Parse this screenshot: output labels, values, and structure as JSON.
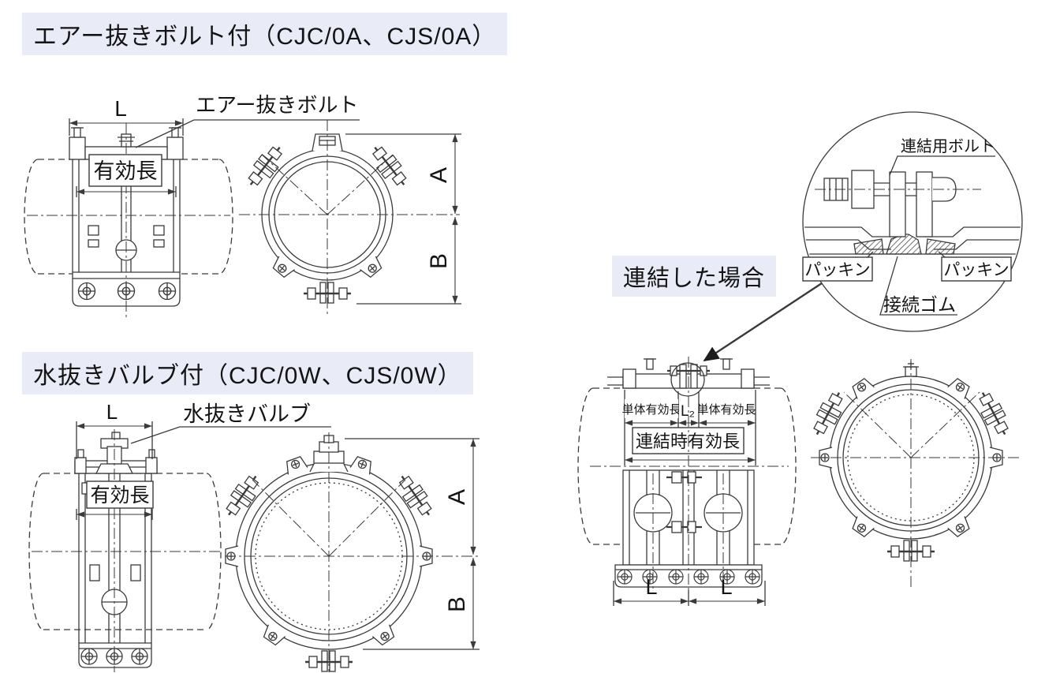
{
  "sections": {
    "air": {
      "title": "エアー抜きボルト付（CJC/0A、CJS/0A）",
      "dim_l": "L",
      "bolt_label": "エアー抜きボルト",
      "effective_label": "有効長",
      "dim_a": "A",
      "dim_b": "B"
    },
    "water": {
      "title": "水抜きバルブ付（CJC/0W、CJS/0W）",
      "dim_l": "L",
      "valve_label": "水抜きバルブ",
      "effective_label": "有効長",
      "dim_a": "A",
      "dim_b": "B"
    },
    "joined": {
      "caption": "連結した場合",
      "detail": {
        "bolt_label": "連結用ボルト",
        "packing_left": "パッキン",
        "packing_right": "パッキン",
        "rubber_label": "接続ゴム"
      },
      "unit_effective_left": "単体有効長",
      "dim_l2": "L₂",
      "unit_effective_right": "単体有効長",
      "joined_effective": "連結時有効長",
      "dim_l_left": "L",
      "dim_l_right": "L"
    }
  },
  "colors": {
    "line": "#3a3a3a",
    "caption_bg": "#e9ecf6"
  }
}
